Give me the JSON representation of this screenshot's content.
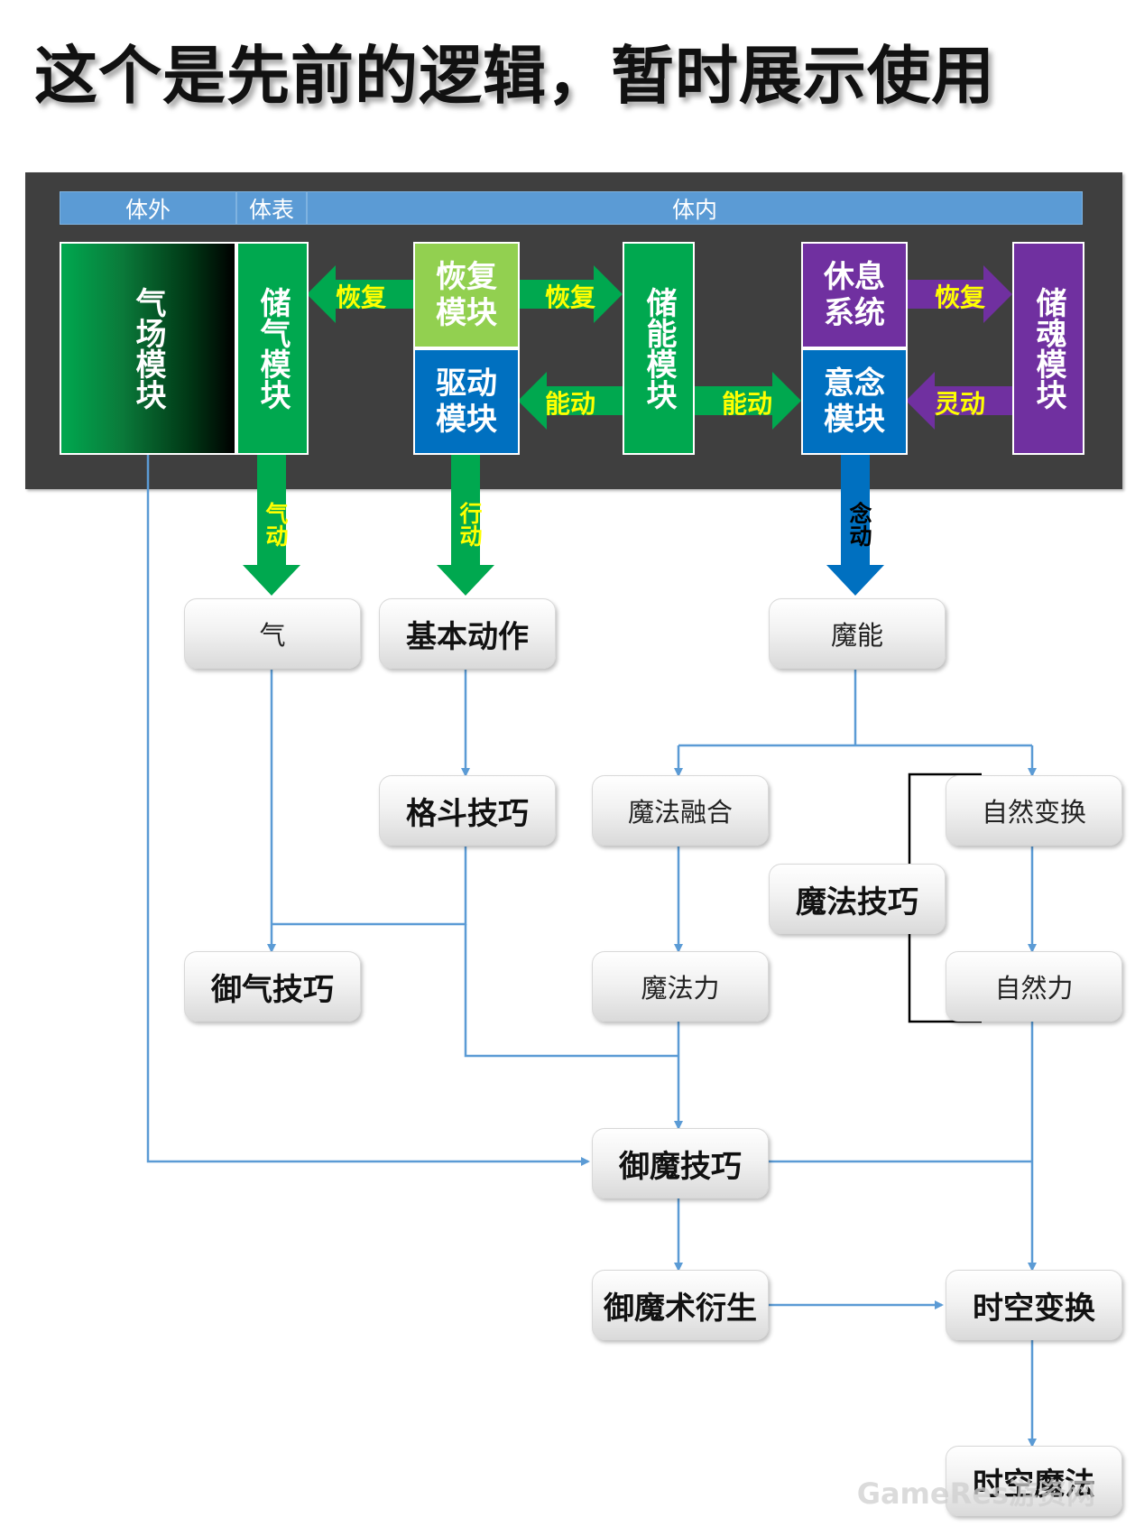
{
  "title": "这个是先前的逻辑，暂时展示使用",
  "zones": {
    "outside": "体外",
    "surface": "体表",
    "inside": "体内"
  },
  "modules": {
    "field": "气场模块",
    "qi_store": "储气模块",
    "recover": "恢复\n模块",
    "drive": "驱动\n模块",
    "energy_store": "储能模块",
    "rest": "休息\n系统",
    "intent": "意念\n模块",
    "soul_store": "储魂模块"
  },
  "arrow_labels": {
    "recover_left": "恢复",
    "recover_right": "恢复",
    "drive_energy": "能动",
    "energy_intent": "能动",
    "rest_soul": "恢复",
    "soul_intent": "灵动",
    "qi_down": "气动",
    "action_down": "行动",
    "mind_down": "念动"
  },
  "nodes": {
    "qi": "气",
    "basic_action": "基本动作",
    "magic_energy": "魔能",
    "combat_skill": "格斗技巧",
    "magic_fusion": "魔法融合",
    "nature_transform": "自然变换",
    "magic_skill": "魔法技巧",
    "qi_control": "御气技巧",
    "magic_power": "魔法力",
    "nature_power": "自然力",
    "magic_control": "御魔技巧",
    "magic_derive": "御魔术衍生",
    "spacetime_transform": "时空变换",
    "spacetime_magic": "时空魔法"
  },
  "colors": {
    "green_light": "#92d050",
    "green": "#00a84f",
    "blue": "#0070c0",
    "purple": "#7030a0",
    "arrow_green": "#00a84f",
    "arrow_purple": "#7030a0",
    "connector": "#5b9bd5",
    "zone_bar": "#5b9bd5",
    "panel": "#3f3f3f",
    "label_yellow": "#ffff00"
  },
  "watermark": "GameRes游资网"
}
